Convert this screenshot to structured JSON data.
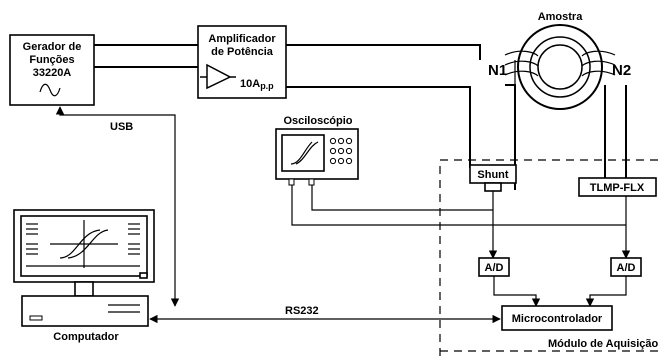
{
  "labels": {
    "function_generator": [
      "Gerador de",
      "Funções",
      "33220A"
    ],
    "power_amplifier": [
      "Amplificador",
      "de Potência"
    ],
    "amplifier_current_main": "10A",
    "amplifier_current_sub": "p.p",
    "sample": "Amostra",
    "n1": "N1",
    "n2": "N2",
    "oscilloscope": "Osciloscópio",
    "shunt": "Shunt",
    "tlmp": "TLMP-FLX",
    "ad_left": "A/D",
    "ad_right": "A/D",
    "microcontroller": "Microcontrolador",
    "computer": "Computador",
    "usb": "USB",
    "rs232": "RS232",
    "acquisition_module": "Módulo de Aquisição"
  },
  "colors": {
    "line": "#000000",
    "screen": "#ffffff"
  }
}
